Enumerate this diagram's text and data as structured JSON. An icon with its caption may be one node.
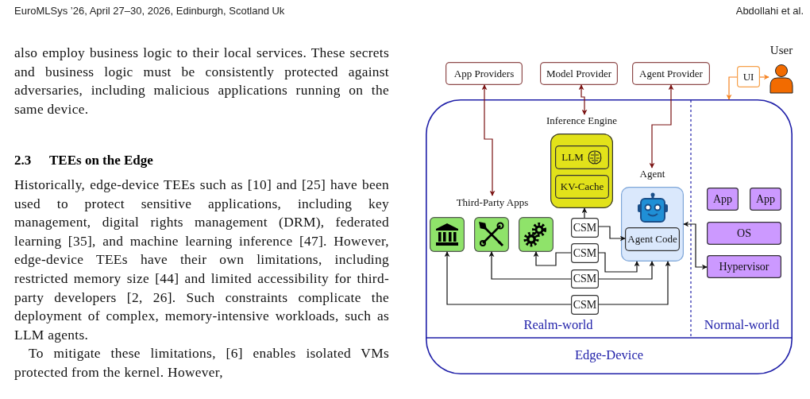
{
  "diagram": {
    "nodes": [
      {
        "text": [
          "App Providers"
        ]
      },
      {
        "text": [
          "Model Provider"
        ]
      },
      {
        "text": [
          "Agent Provider"
        ]
      },
      {
        "text": [
          "UI"
        ]
      },
      {
        "text": [
          "User"
        ]
      },
      {
        "text": [
          "Edge-Device"
        ]
      },
      {
        "text": [
          "Realm-world"
        ],
        "in": 5
      },
      {
        "text": [
          "Normal-world"
        ],
        "in": 5
      },
      {
        "text": [
          "Inference Engine"
        ],
        "in": 6
      },
      {
        "text": [
          "LLM"
        ],
        "in": 8
      },
      {
        "text": [
          "KV-Cache"
        ],
        "in": 8
      },
      {
        "text": [
          "Agent"
        ],
        "in": 6
      },
      {
        "text": [
          "Agent Code"
        ],
        "in": 11
      },
      {
        "text": [
          "Third-Party Apps"
        ],
        "in": 6
      },
      {
        "text": [],
        "shape": "box",
        "in": 6
      },
      {
        "text": [],
        "shape": "box",
        "in": 6
      },
      {
        "text": [],
        "shape": "box",
        "in": 6
      },
      {
        "text": [
          "CSM"
        ],
        "in": 6
      },
      {
        "text": [
          "CSM"
        ],
        "in": 6
      },
      {
        "text": [
          "CSM"
        ],
        "in": 6
      },
      {
        "text": [
          "CSM"
        ],
        "in": 6
      },
      {
        "text": [
          "App"
        ],
        "in": 7
      },
      {
        "text": [
          "App"
        ],
        "in": 7
      },
      {
        "text": [
          "OS"
        ],
        "in": 7
      },
      {
        "text": [
          "Hypervisor"
        ],
        "in": 7
      }
    ],
    "edges": [
      {
        "from": 0,
        "to": 13,
        "arrow": "both",
        "color": "#7a1212"
      },
      {
        "from": 1,
        "to": 8,
        "arrow": "both",
        "color": "#7a1212"
      },
      {
        "from": 2,
        "to": 11,
        "arrow": "both",
        "color": "#7a1212"
      },
      {
        "from": 3,
        "to": 4,
        "arrow": "to",
        "color": "#f58220"
      },
      {
        "from": 3,
        "to": 5,
        "arrow": "to",
        "color": "#f58220"
      },
      {
        "from": 17,
        "to": 8,
        "arrow": "to"
      },
      {
        "from": 17,
        "to": 12,
        "arrow": "to"
      },
      {
        "from": 18,
        "to": 16,
        "arrow": "to"
      },
      {
        "from": 18,
        "to": 11,
        "arrow": "to"
      },
      {
        "from": 19,
        "to": 15,
        "arrow": "to"
      },
      {
        "from": 19,
        "to": 11,
        "arrow": "to"
      },
      {
        "from": 20,
        "to": 14,
        "arrow": "to"
      },
      {
        "from": 20,
        "to": 11,
        "arrow": "to"
      },
      {
        "from": 11,
        "to": 24,
        "arrow": "both"
      }
    ],
    "labels": [
      "EuroMLSys ’26, April 27–30, 2026, Edinburgh, Scotland Uk",
      "Abdollahi et al.",
      "also employ business logic to their local services. These secrets and business logic must be consistently protected against adversaries, including malicious applications running on the same device.",
      "2.3",
      "TEEs on the Edge",
      "Historically, edge-device TEEs such as [10] and [25] have been used to protect sensitive applications, including key management, digital rights management (DRM), federated learning [35], and machine learning inference [47]. However, edge-device TEEs have their own limitations, including restricted memory size [44] and limited accessibility for third-party developers [2, 26]. Such constraints complicate the deployment of complex, memory-intensive workloads, such as LLM agents.",
      "To mitigate these limitations, [6] enables isolated VMs protected from the kernel. However,"
    ]
  }
}
